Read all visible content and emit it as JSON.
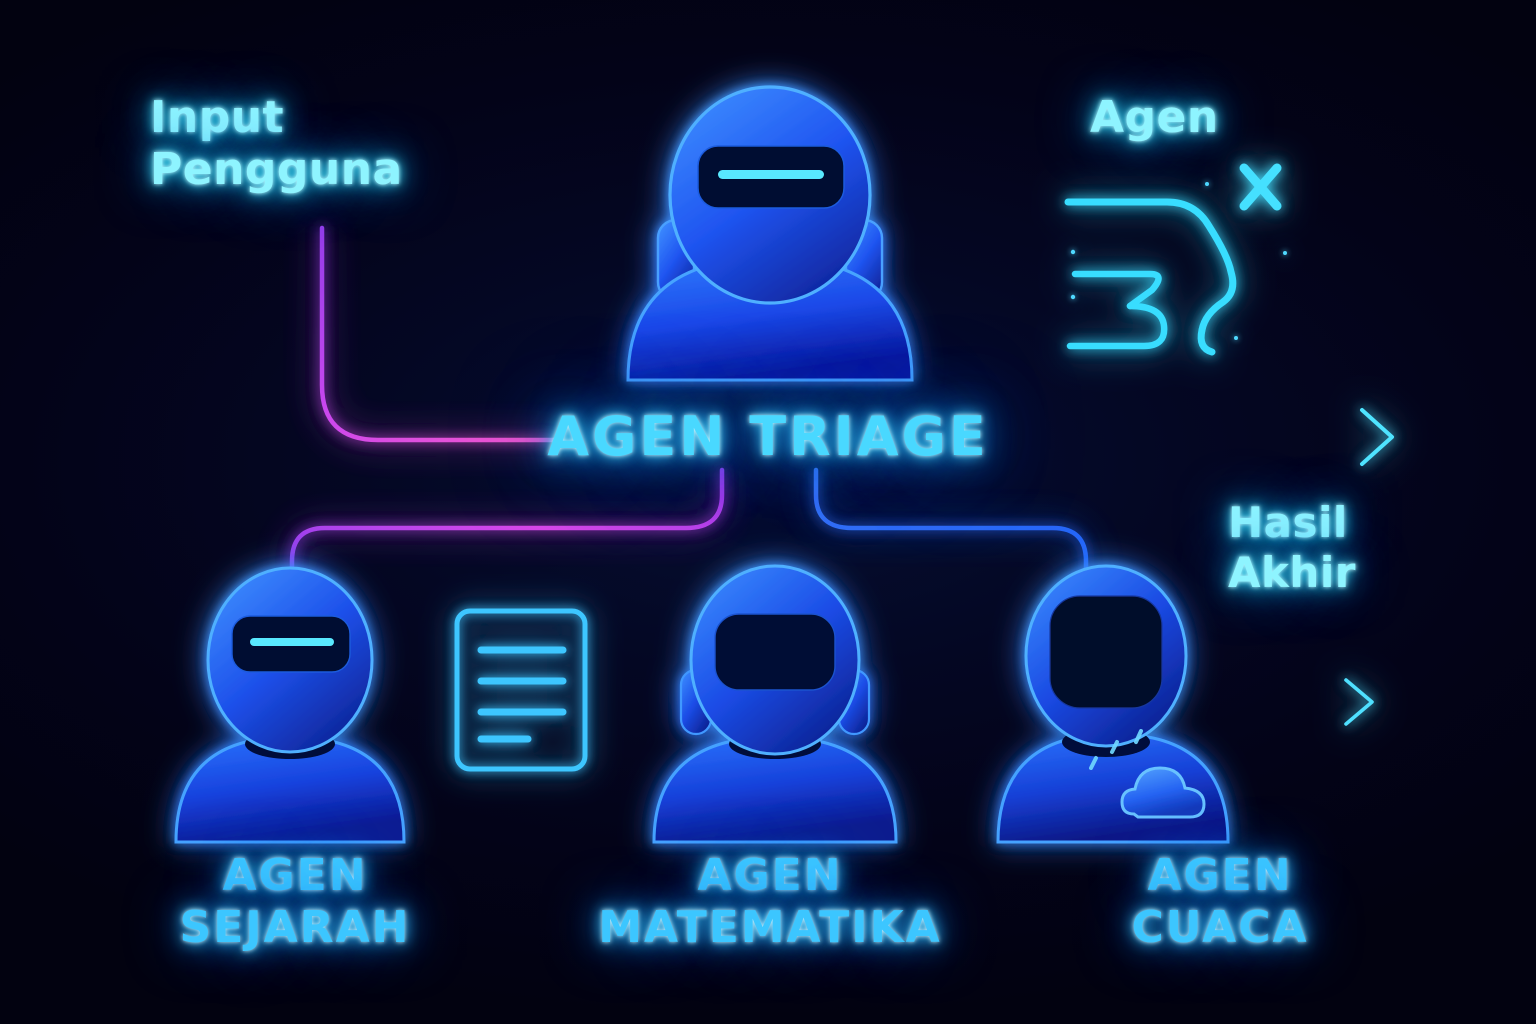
{
  "diagram": {
    "title": "AGEN TRIAGE",
    "background_color": "#030318",
    "accent_cyan": "#3fe3ff",
    "accent_blue": "#1f6bff",
    "accent_magenta": "#e040fb",
    "labels": {
      "input": "Input\nPengguna",
      "agen": "Agen",
      "hasil": "Hasil\nAkhir"
    },
    "nodes": [
      {
        "id": "sejarah",
        "label": "AGEN\nSEJARAH",
        "icon": "agent-avatar-visor-lit",
        "extra_icon": "document-icon"
      },
      {
        "id": "matematika",
        "label": "AGEN\nMATEMATIKA",
        "icon": "agent-avatar-visor-dark",
        "extra_icon": "none"
      },
      {
        "id": "cuaca",
        "label": "AGEN\nCUACA",
        "icon": "agent-avatar-blank-face",
        "extra_icon": "cloud-icon"
      }
    ],
    "connectors": [
      {
        "from": "input",
        "to": "triage",
        "color": "#e040fb",
        "style": "elbow"
      },
      {
        "from": "triage",
        "to": "sejarah",
        "color": "#d441f5",
        "style": "elbow"
      },
      {
        "from": "triage",
        "to": "matematika",
        "color": "#7a3df0",
        "style": "straight"
      },
      {
        "from": "triage",
        "to": "cuaca",
        "color": "#2d6bff",
        "style": "elbow"
      },
      {
        "from": "triage",
        "to": "hasil",
        "color": "#35c9ff",
        "style": "arrow-right"
      },
      {
        "from": "cuaca",
        "to": "hasil",
        "color": "#35c9ff",
        "style": "arrow-right"
      }
    ],
    "icons": {
      "triage_avatar": "agent-avatar-visor-lit",
      "agen_glyph": "abstract-neon-scribble",
      "cross_mark": "x-icon",
      "arrow": "arrow-right-icon"
    }
  }
}
